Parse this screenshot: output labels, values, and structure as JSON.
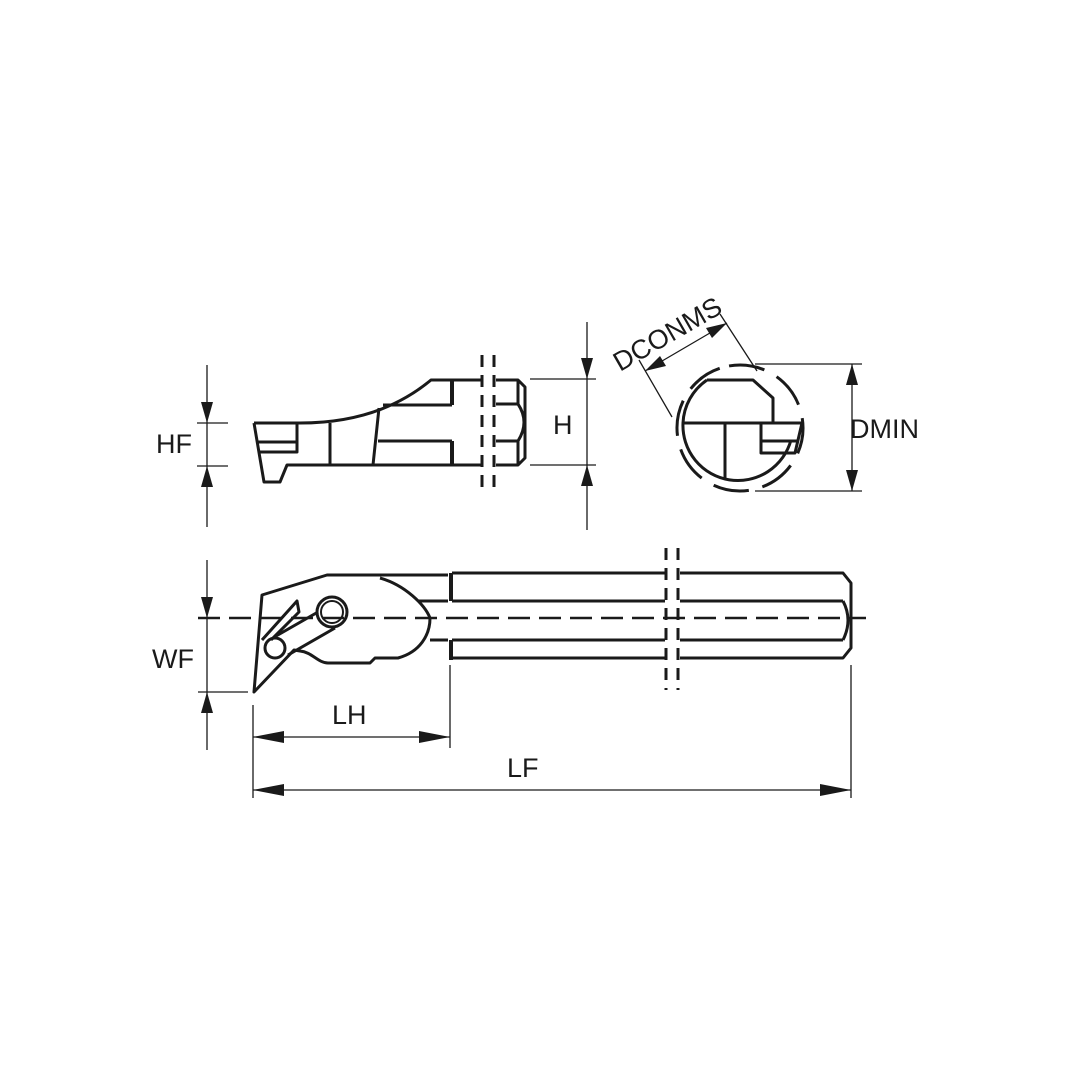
{
  "labels": {
    "hf": "HF",
    "h": "H",
    "dconms": "DCONMS",
    "dmin": "DMIN",
    "wf": "WF",
    "lh": "LH",
    "lf": "LF"
  }
}
